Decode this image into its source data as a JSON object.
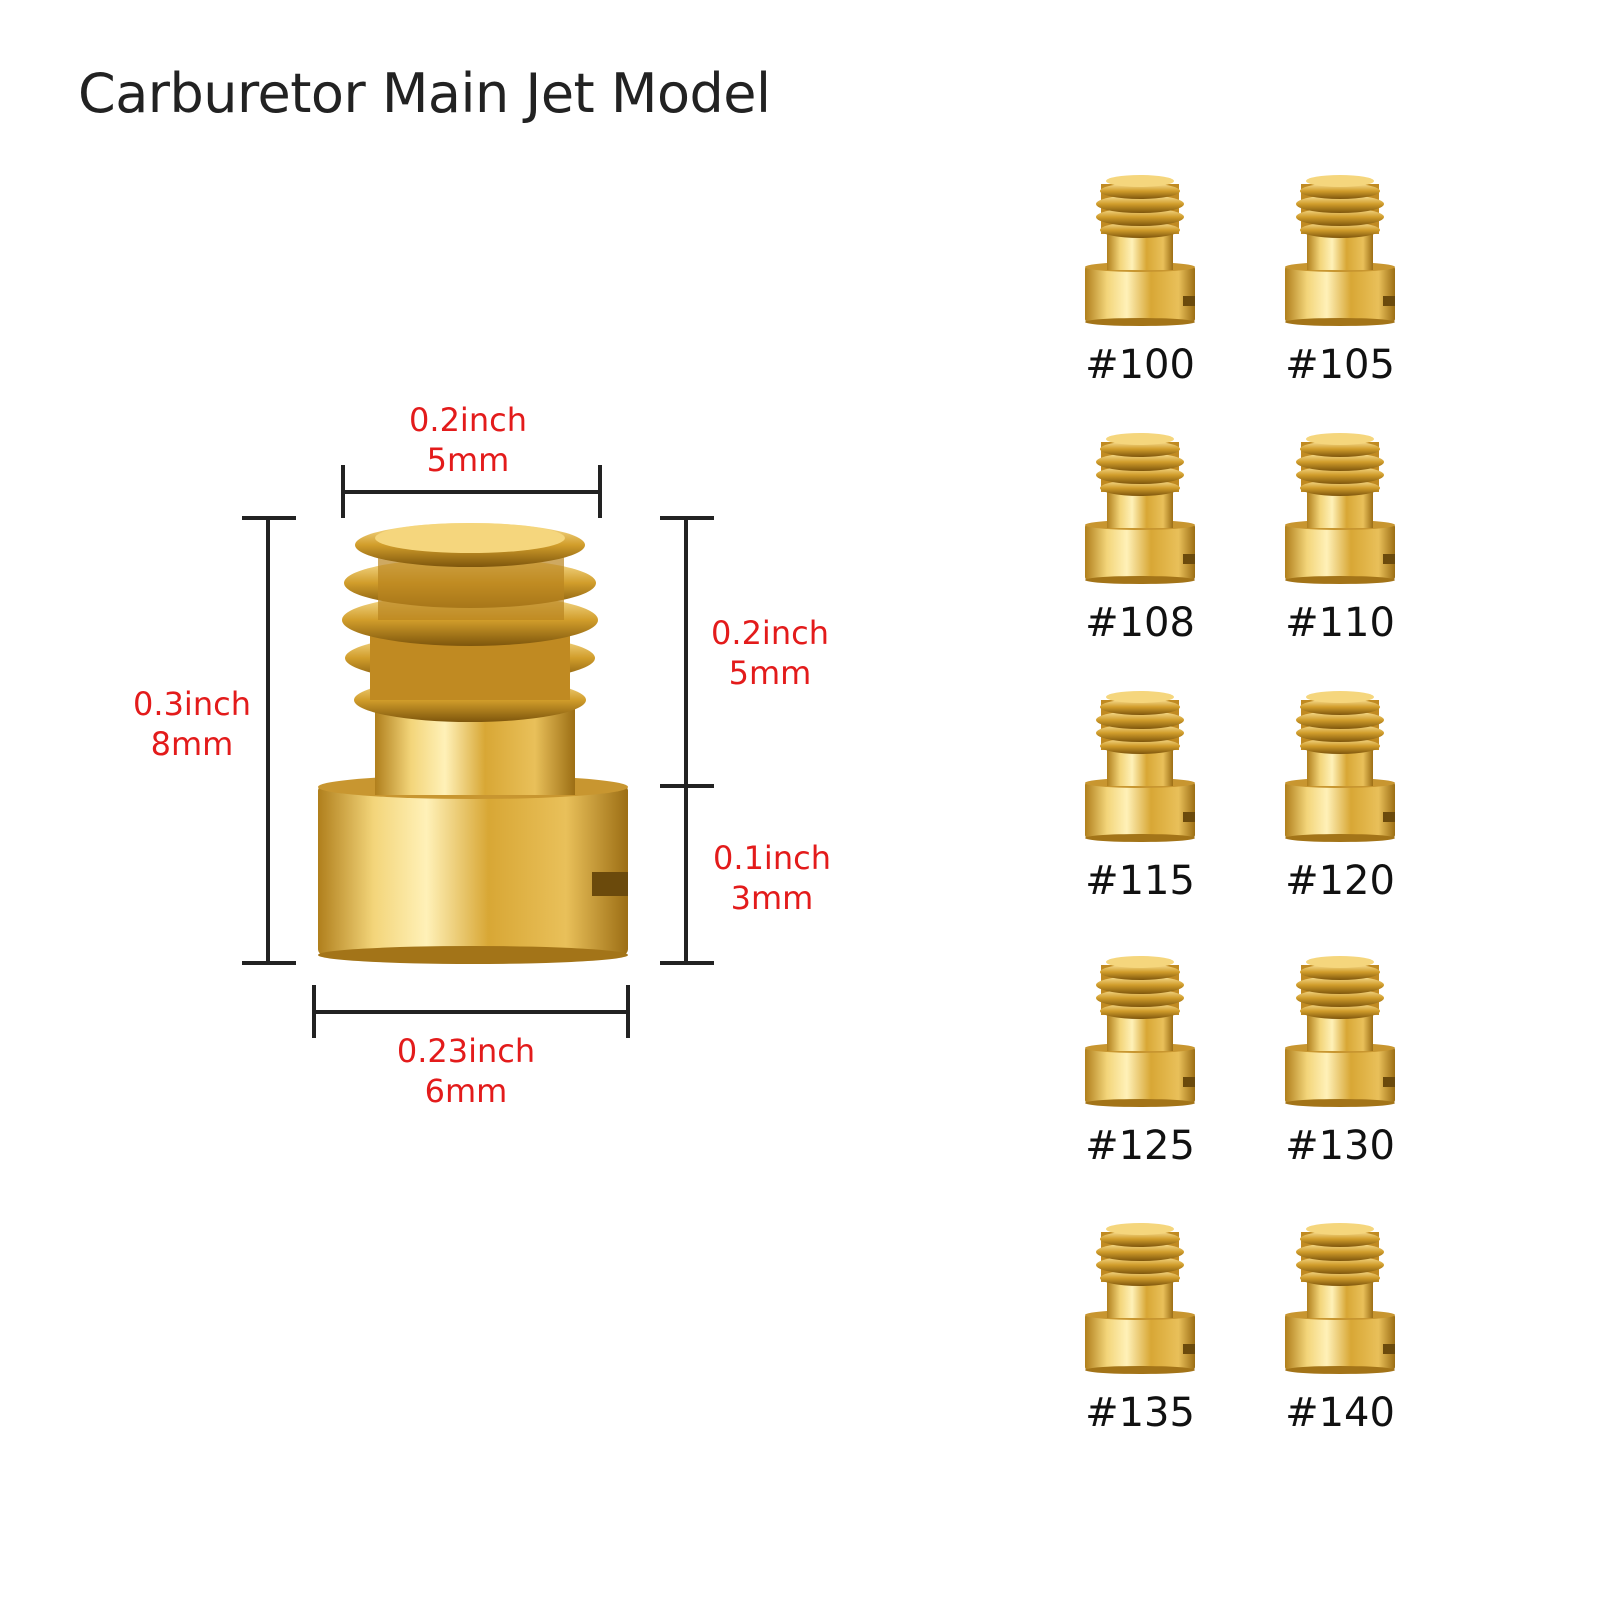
{
  "title": "Carburetor Main Jet Model",
  "colors": {
    "dimension_text": "#e31b1b",
    "dimension_lines": "#222222",
    "brass_light": "#f6dc86",
    "brass_mid": "#d6a531",
    "brass_dark": "#8f6410"
  },
  "dimensions": {
    "top_width": {
      "inch": "0.2inch",
      "mm": "5mm"
    },
    "total_height": {
      "inch": "0.3inch",
      "mm": "8mm"
    },
    "thread_height": {
      "inch": "0.2inch",
      "mm": "5mm"
    },
    "head_height": {
      "inch": "0.1inch",
      "mm": "3mm"
    },
    "bottom_width": {
      "inch": "0.23inch",
      "mm": "6mm"
    }
  },
  "jets": [
    {
      "label": "#100"
    },
    {
      "label": "#105"
    },
    {
      "label": "#108"
    },
    {
      "label": "#110"
    },
    {
      "label": "#115"
    },
    {
      "label": "#120"
    },
    {
      "label": "#125"
    },
    {
      "label": "#130"
    },
    {
      "label": "#135"
    },
    {
      "label": "#140"
    }
  ]
}
